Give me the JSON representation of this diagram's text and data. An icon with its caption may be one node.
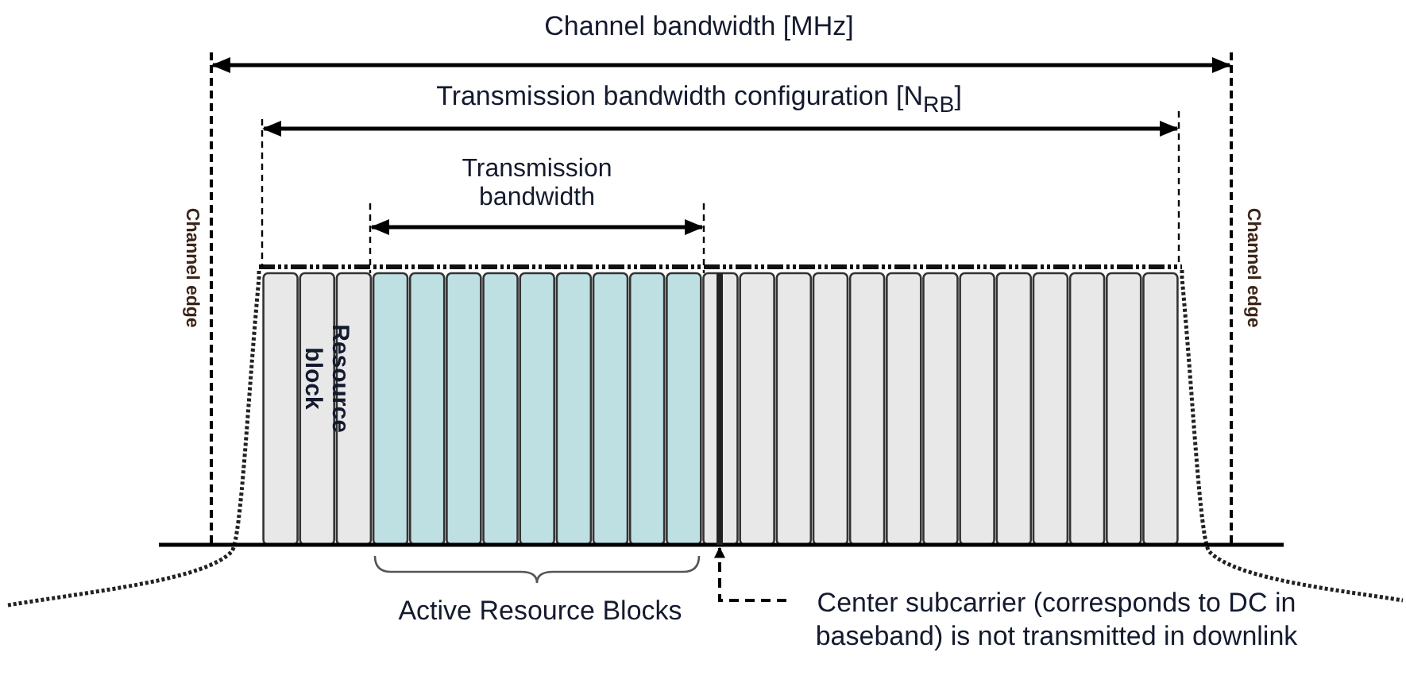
{
  "diagram": {
    "nodes": [
      {
        "text": [],
        "shape": "bar"
      },
      {
        "text": [
          "Center subcarrier (corresponds to DC in baseband) is not transmitted in downlink"
        ]
      }
    ],
    "edges": [
      {
        "from": 1,
        "to": 0,
        "arrow": "to",
        "style": "dashed"
      }
    ],
    "labels": [
      "Channel bandwidth [MHz]",
      "Transmission bandwidth configuration [N$_{RB}$]",
      "Transmission bandwidth",
      "Channel edge",
      "Resource block",
      "Channel edge",
      "Active Resource Blocks"
    ]
  }
}
